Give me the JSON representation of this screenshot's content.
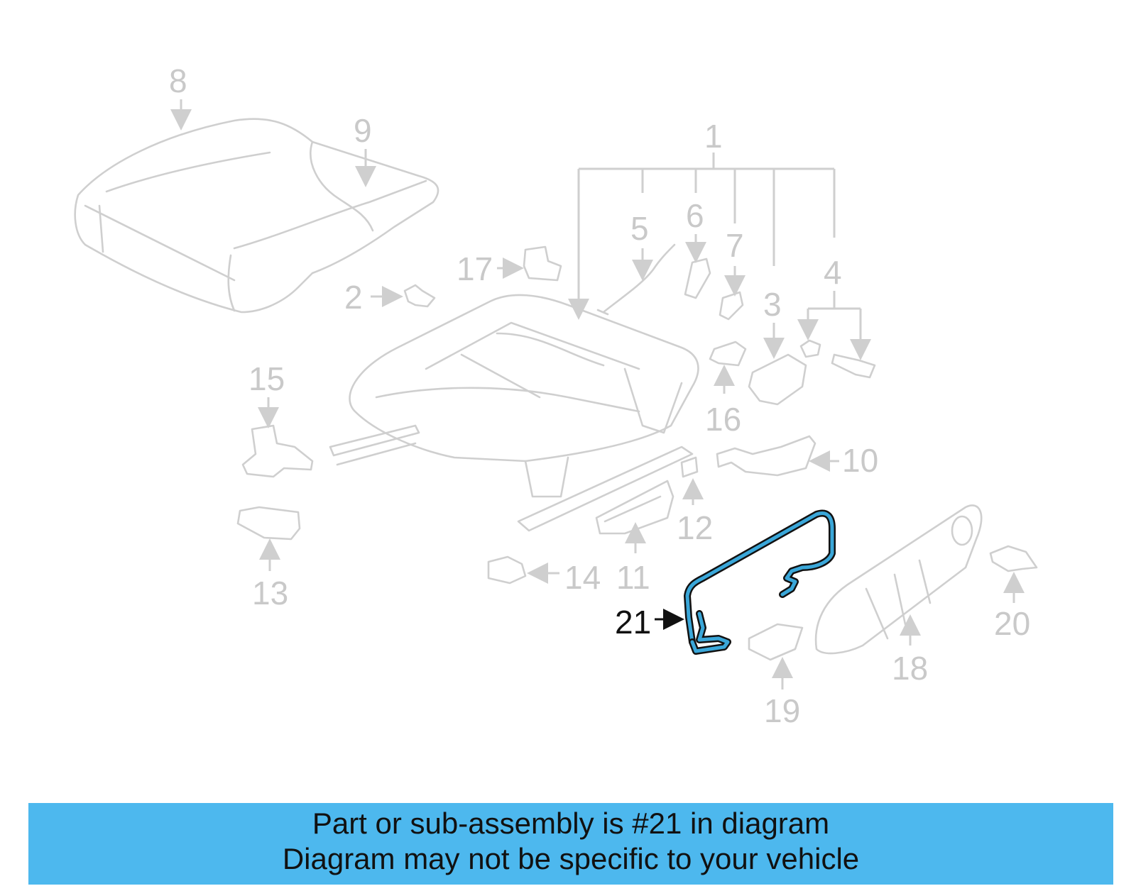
{
  "diagram": {
    "callouts": [
      "1",
      "2",
      "3",
      "4",
      "5",
      "6",
      "7",
      "8",
      "9",
      "10",
      "11",
      "12",
      "13",
      "14",
      "15",
      "16",
      "17",
      "18",
      "19",
      "20",
      "21"
    ],
    "highlighted_callout": "21",
    "highlight_color": "#3aa7d9",
    "line_color": "#cfcfcf"
  },
  "banner": {
    "line1": "Part or sub-assembly is #21 in diagram",
    "line2": "Diagram may not be specific to your vehicle",
    "background": "#4db8ee"
  }
}
